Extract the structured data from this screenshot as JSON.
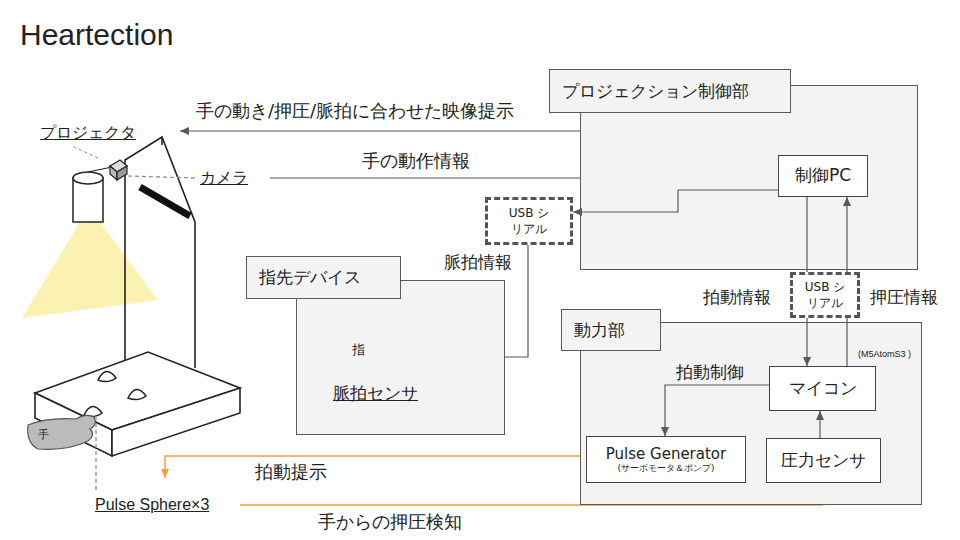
{
  "diagram": {
    "title": "Heartection",
    "nodes": [
      {
        "text": [
          "プロジェクション制御部"
        ]
      },
      {
        "text": [
          "制御PC"
        ],
        "in": 0
      },
      {
        "text": [
          "USB シリアル"
        ]
      },
      {
        "text": [
          "指先デバイス"
        ]
      },
      {
        "text": [
          "動力部"
        ]
      },
      {
        "text": [
          "USB シリアル"
        ]
      },
      {
        "text": [
          "マイコン"
        ],
        "in": 4
      },
      {
        "text": [
          "Pulse Generator",
          "(サーボモータ＆ポンプ)"
        ],
        "in": 4
      },
      {
        "text": [
          "圧力センサ"
        ],
        "in": 4
      }
    ],
    "edges": [
      {
        "from": 1,
        "to": 2,
        "arrow": "to"
      },
      {
        "from": 3,
        "to": 2,
        "label": "脈拍情報",
        "arrow": "none"
      },
      {
        "from": 1,
        "to": 5,
        "arrow": "none"
      },
      {
        "from": 5,
        "to": 6,
        "label": "拍動情報",
        "arrow": "to"
      },
      {
        "from": 6,
        "to": 5,
        "arrow": "none"
      },
      {
        "from": 5,
        "to": 1,
        "label": "押圧情報",
        "arrow": "to"
      },
      {
        "from": 6,
        "to": 7,
        "label": "拍動制御",
        "arrow": "to"
      },
      {
        "from": 8,
        "to": 6,
        "arrow": "to"
      }
    ],
    "labels": [
      "プロジェクタ",
      "カメラ",
      "手",
      "Pulse Sphere×3",
      "指",
      "脈拍センサ",
      "(M5AtomS3 )",
      "手の動き/押圧/脈拍に合わせた映像提示",
      "手の動作情報",
      "拍動提示",
      "手からの押圧検知"
    ]
  }
}
